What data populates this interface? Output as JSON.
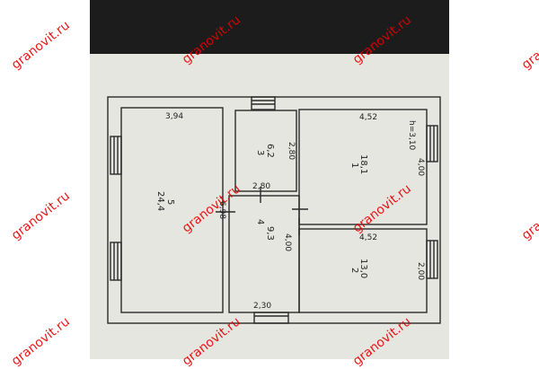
{
  "watermark": "granovit.ru",
  "plan": {
    "dims": {
      "top_left": "3,94",
      "top_right": "4,52",
      "mid_right": "4,52",
      "bath_width": "2,80",
      "bath_height": "2,80",
      "hall_top": "6,98",
      "hall_side": "4,00",
      "room1_side": "4,00",
      "room2_side": "2,00",
      "ceiling": "h=3,10",
      "bottom": "2,30"
    },
    "rooms": [
      {
        "num": "1",
        "area": "18,1"
      },
      {
        "num": "2",
        "area": "13,0"
      },
      {
        "num": "3",
        "area": "6,2"
      },
      {
        "num": "4",
        "area": "9,3"
      },
      {
        "num": "5",
        "area": "24,4"
      }
    ]
  },
  "colors": {
    "line": "#2a2a2a",
    "paper": "#e6e6e1",
    "watermark": "#e60000"
  }
}
